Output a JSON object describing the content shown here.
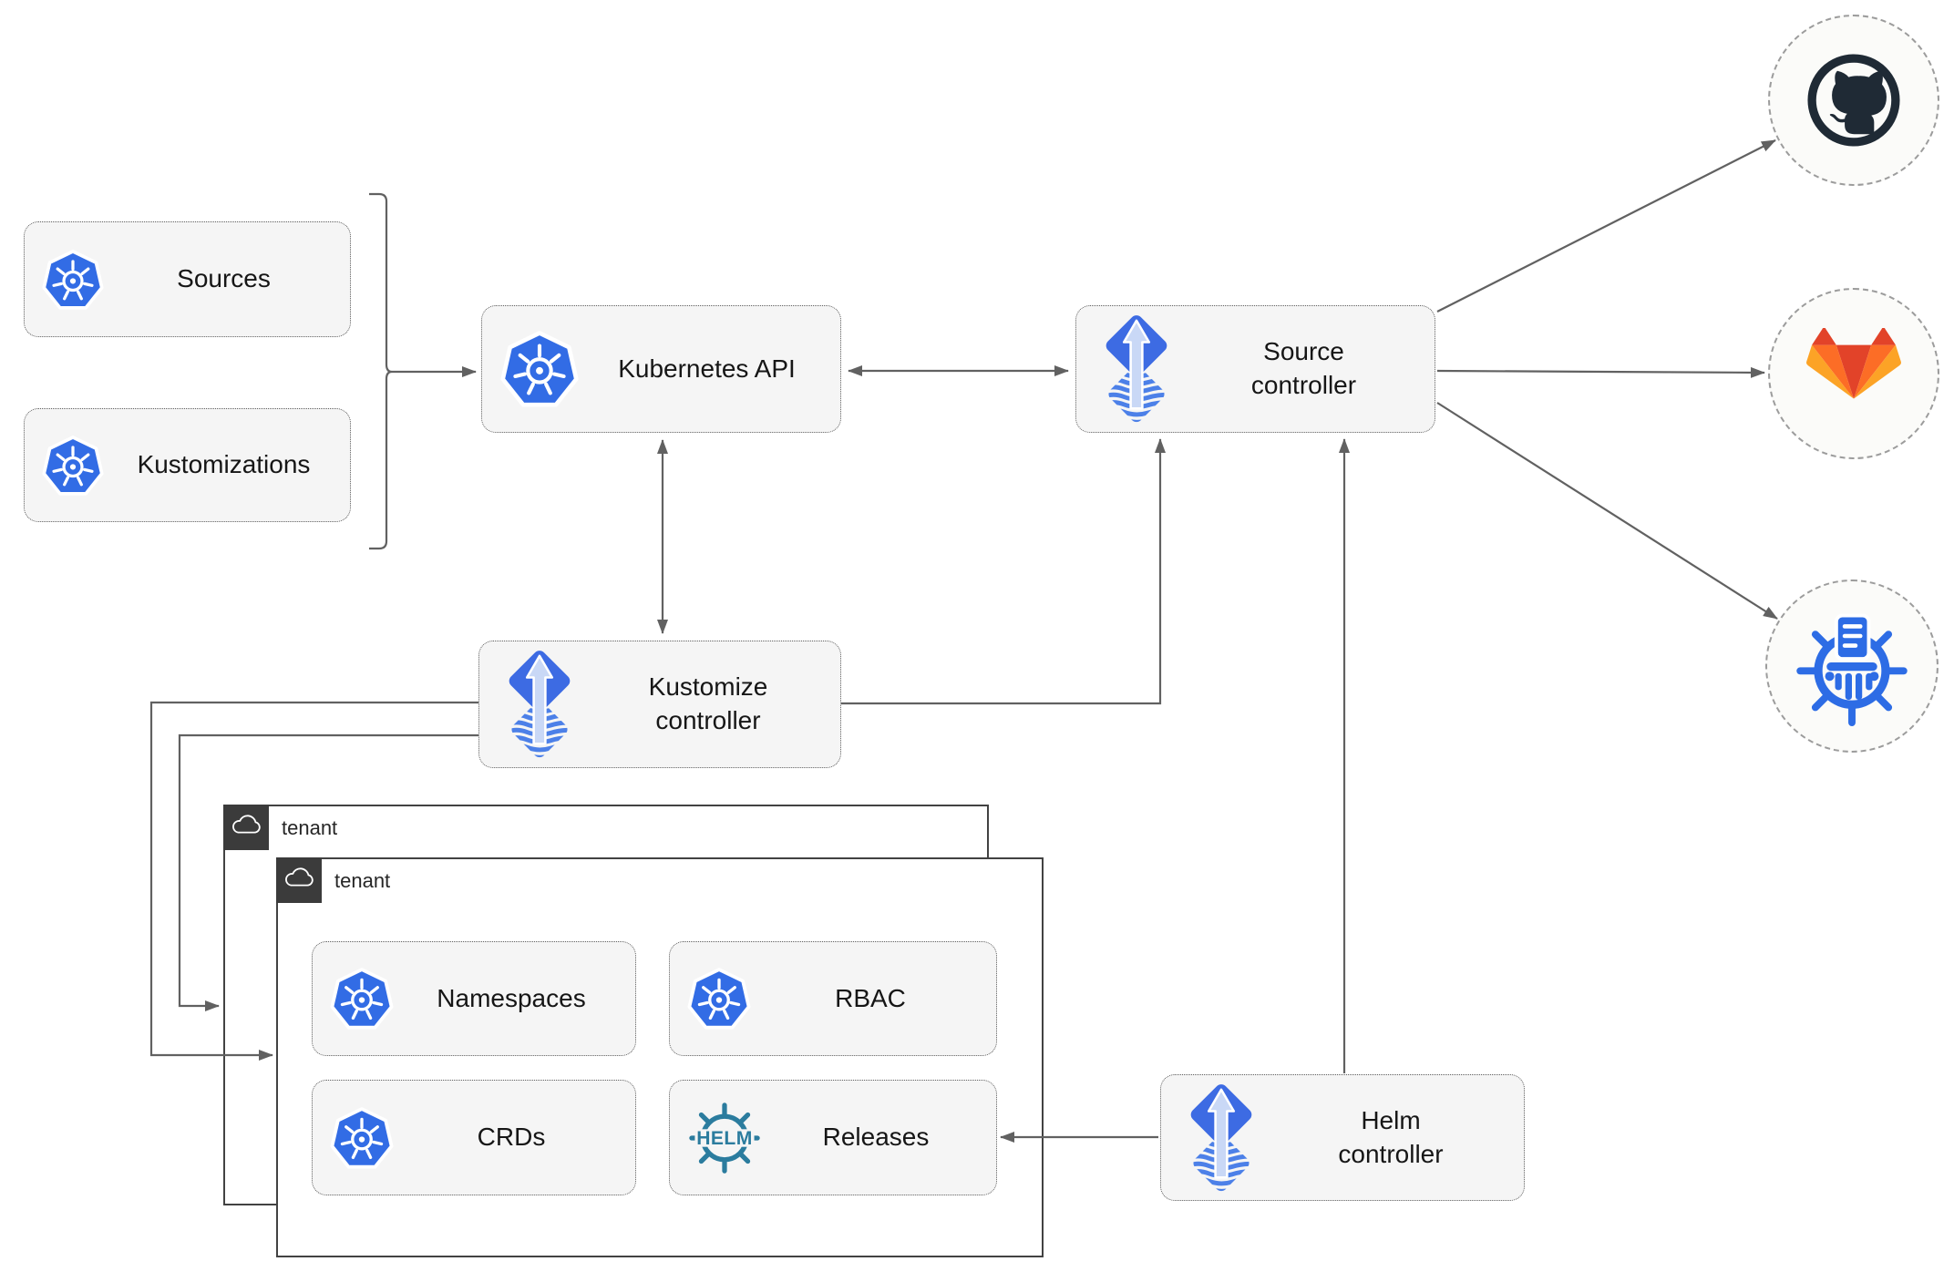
{
  "nodes": {
    "sources": {
      "label": "Sources",
      "icon": "kubernetes-icon"
    },
    "kustomizations": {
      "label": "Kustomizations",
      "icon": "kubernetes-icon"
    },
    "kubernetes_api": {
      "label": "Kubernetes API",
      "icon": "kubernetes-icon"
    },
    "source_controller": {
      "label": "Source\ncontroller",
      "icon": "flux-icon"
    },
    "kustomize_controller": {
      "label": "Kustomize\ncontroller",
      "icon": "flux-icon"
    },
    "helm_controller": {
      "label": "Helm\ncontroller",
      "icon": "flux-icon"
    },
    "namespaces": {
      "label": "Namespaces",
      "icon": "kubernetes-icon"
    },
    "rbac": {
      "label": "RBAC",
      "icon": "kubernetes-icon"
    },
    "crds": {
      "label": "CRDs",
      "icon": "kubernetes-icon"
    },
    "releases": {
      "label": "Releases",
      "icon": "helm-wheel-icon",
      "icon_text": "HELM"
    }
  },
  "groups": {
    "tenant_outer": {
      "label": "tenant",
      "icon": "cloud-icon"
    },
    "tenant_inner": {
      "label": "tenant",
      "icon": "cloud-icon"
    }
  },
  "endpoints": {
    "github": {
      "icon": "github-octocat-icon"
    },
    "gitlab": {
      "icon": "gitlab-tanuki-icon"
    },
    "registry": {
      "icon": "ship-wheel-registry-icon"
    }
  },
  "colors": {
    "kubernetes_blue": "#326ce5",
    "flux_blue": "#3d6be3",
    "flux_arrow_light": "#c9d8f6",
    "flux_waves": "#4c80e8",
    "helm_teal": "#2b7c9e",
    "github_dark": "#1f2a35",
    "gitlab_red": "#e24329",
    "gitlab_orange": "#fc6d26",
    "gitlab_amber": "#fca326",
    "node_fill": "#f5f5f5",
    "node_border": "#5f5f5f",
    "tenant_border": "#424242",
    "tenant_badge": "#3b3b3b",
    "connector": "#616161",
    "endpoint_fill": "#fbfbf9",
    "endpoint_border": "#9c9c9c",
    "text": "#1a1a1a"
  }
}
